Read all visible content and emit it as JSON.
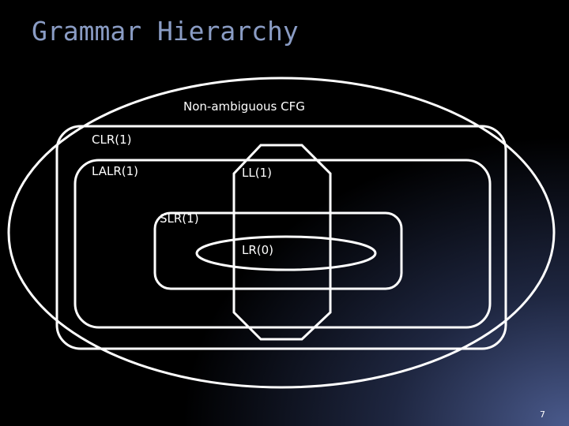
{
  "slide": {
    "title": "Grammar Hierarchy",
    "page_number": "7"
  },
  "diagram": {
    "labels": {
      "non_ambiguous_cfg": "Non-ambiguous CFG",
      "clr1": "CLR(1)",
      "lalr1": "LALR(1)",
      "ll1": "LL(1)",
      "slr1": "SLR(1)",
      "lr0": "LR(0)"
    },
    "colors": {
      "stroke": "#ffffff",
      "title": "#8a9cc4"
    }
  }
}
